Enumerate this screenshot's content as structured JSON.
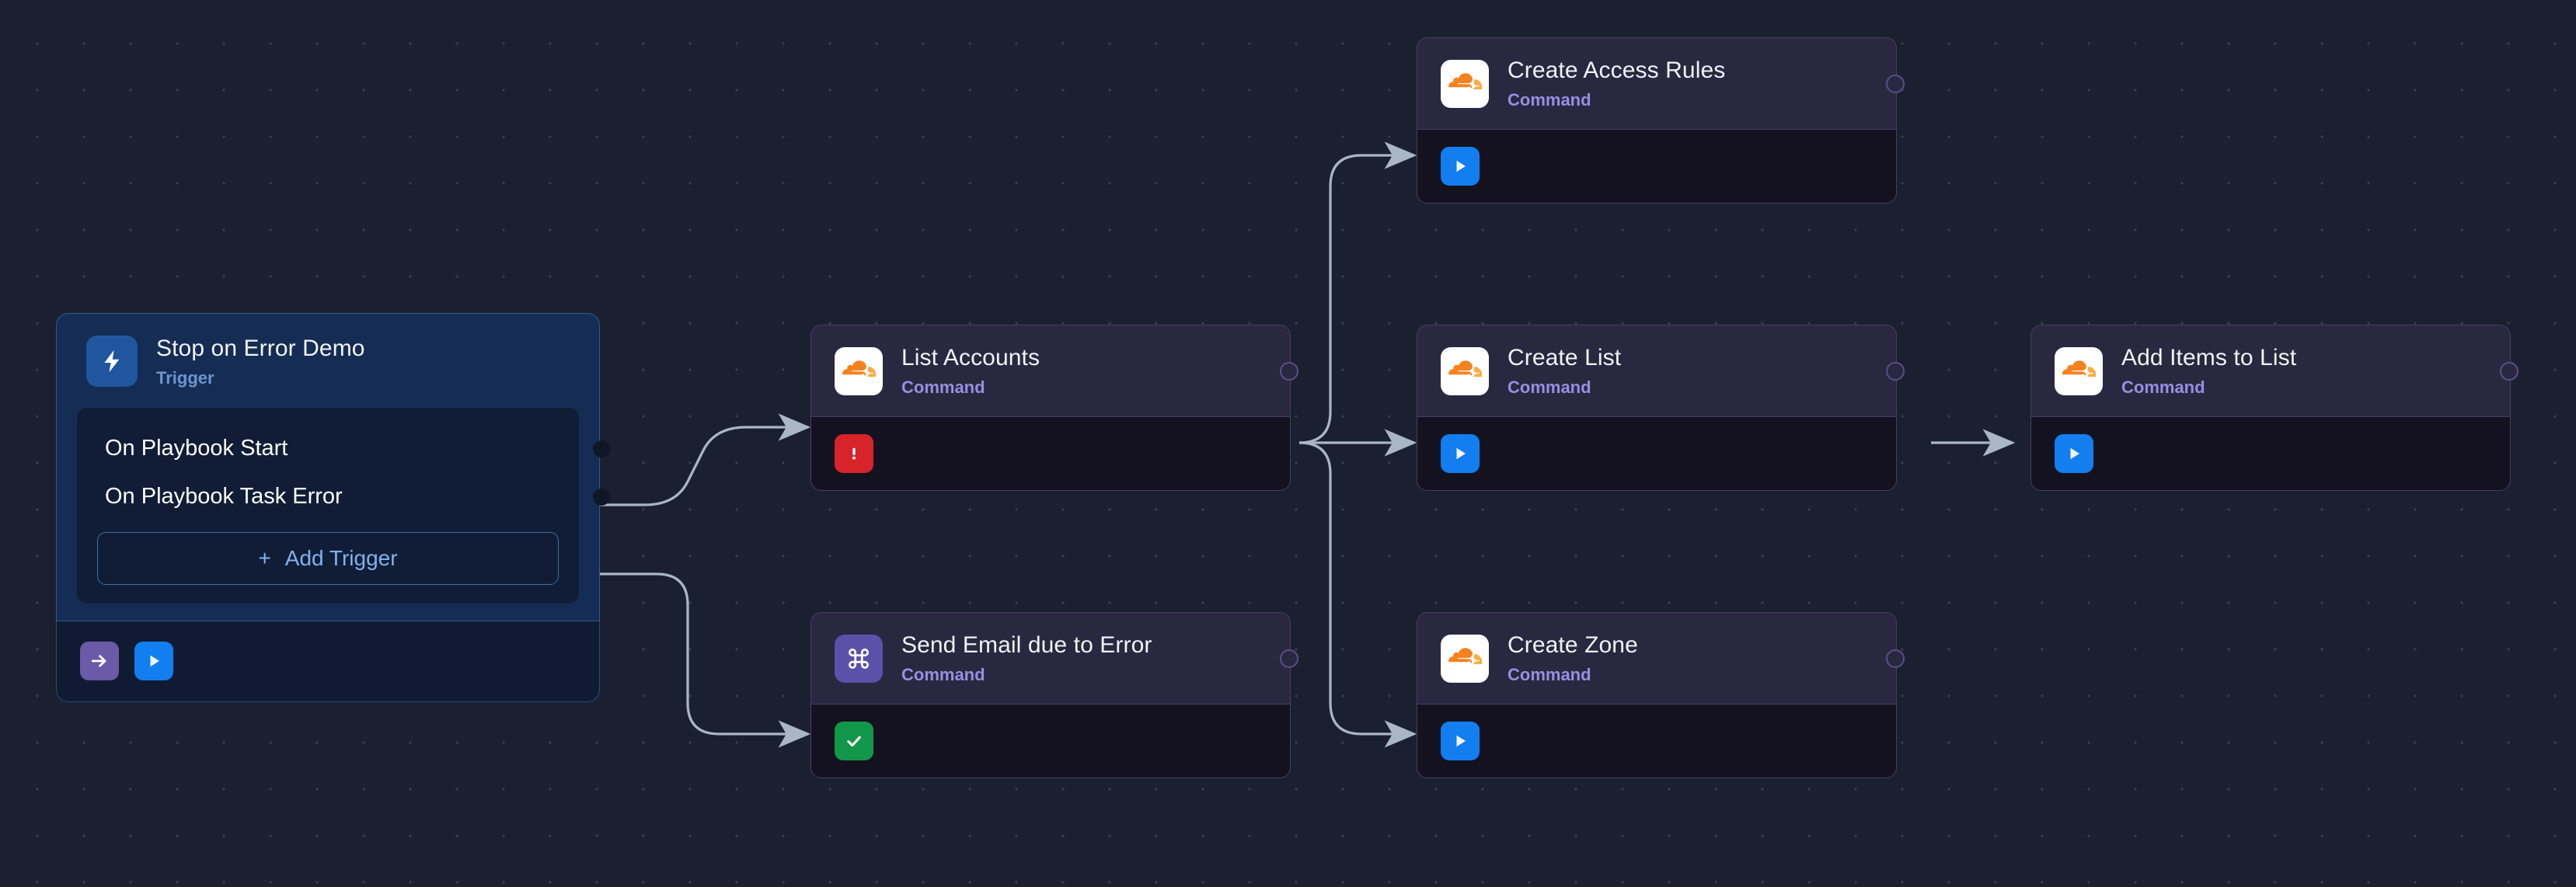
{
  "canvas": {
    "background_color": "#1b2030",
    "grid": "dot-grid"
  },
  "trigger_node": {
    "title": "Stop on Error Demo",
    "subtitle": "Trigger",
    "icon": "lightning-bolt-icon",
    "triggers": [
      {
        "label": "On Playbook Start"
      },
      {
        "label": "On Playbook Task Error"
      }
    ],
    "add_trigger_label": "Add Trigger",
    "add_trigger_plus": "+",
    "actions": [
      {
        "name": "continue-button",
        "icon": "arrow-right-icon",
        "color": "#6a5aa8"
      },
      {
        "name": "run-button",
        "icon": "play-icon",
        "color": "#127ef0"
      }
    ]
  },
  "nodes": [
    {
      "id": "create-access-rules",
      "title": "Create Access Rules",
      "subtitle": "Command",
      "icon": "cloudflare-icon",
      "icon_style": "white",
      "status": {
        "icon": "play-icon",
        "color": "#127ef0",
        "kind": "blue"
      }
    },
    {
      "id": "list-accounts",
      "title": "List Accounts",
      "subtitle": "Command",
      "icon": "cloudflare-icon",
      "icon_style": "white",
      "status": {
        "icon": "error-icon",
        "color": "#d8232a",
        "kind": "red"
      }
    },
    {
      "id": "create-list",
      "title": "Create List",
      "subtitle": "Command",
      "icon": "cloudflare-icon",
      "icon_style": "white",
      "status": {
        "icon": "play-icon",
        "color": "#127ef0",
        "kind": "blue"
      }
    },
    {
      "id": "add-items-to-list",
      "title": "Add Items to List",
      "subtitle": "Command",
      "icon": "cloudflare-icon",
      "icon_style": "white",
      "status": {
        "icon": "play-icon",
        "color": "#127ef0",
        "kind": "blue"
      }
    },
    {
      "id": "send-email-due-to-error",
      "title": "Send Email due to Error",
      "subtitle": "Command",
      "icon": "command-key-icon",
      "icon_style": "purple",
      "status": {
        "icon": "check-icon",
        "color": "#12964a",
        "kind": "green"
      }
    },
    {
      "id": "create-zone",
      "title": "Create Zone",
      "subtitle": "Command",
      "icon": "cloudflare-icon",
      "icon_style": "white",
      "status": {
        "icon": "play-icon",
        "color": "#127ef0",
        "kind": "blue"
      }
    }
  ],
  "edges": [
    {
      "from": "on-playbook-start",
      "to": "list-accounts"
    },
    {
      "from": "on-playbook-task-error",
      "to": "send-email-due-to-error"
    },
    {
      "from": "list-accounts",
      "to": "create-access-rules"
    },
    {
      "from": "list-accounts",
      "to": "create-list"
    },
    {
      "from": "list-accounts",
      "to": "create-zone"
    },
    {
      "from": "create-list",
      "to": "add-items-to-list"
    }
  ],
  "colors": {
    "node_header": "#2a2740",
    "node_body": "#14121f",
    "node_border": "#453e66",
    "subtitle_purple": "#9a8ee0",
    "trigger_header": "#152c54",
    "trigger_border": "#2f5a96",
    "edge": "#a9b6c6",
    "cloudflare_orange": "#f6821f"
  }
}
